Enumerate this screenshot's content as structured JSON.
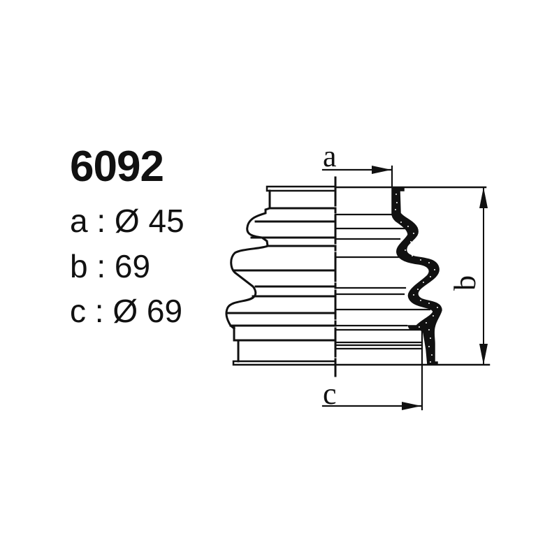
{
  "part": {
    "number": "6092"
  },
  "specs": [
    {
      "key": "a",
      "separator": ":",
      "symbol": "Ø",
      "value": "45",
      "text": "a : Ø 45"
    },
    {
      "key": "b",
      "separator": ":",
      "symbol": "",
      "value": "69",
      "text": "b : 69"
    },
    {
      "key": "c",
      "separator": ":",
      "symbol": "Ø",
      "value": "69",
      "text": "c : Ø 69"
    }
  ],
  "drawing": {
    "subject": "bellows boot (CV joint boot) half-section drawing",
    "dimension_labels": {
      "a": "a",
      "b": "b",
      "c": "c"
    },
    "colors": {
      "line": "#111111",
      "background": "#ffffff"
    }
  }
}
